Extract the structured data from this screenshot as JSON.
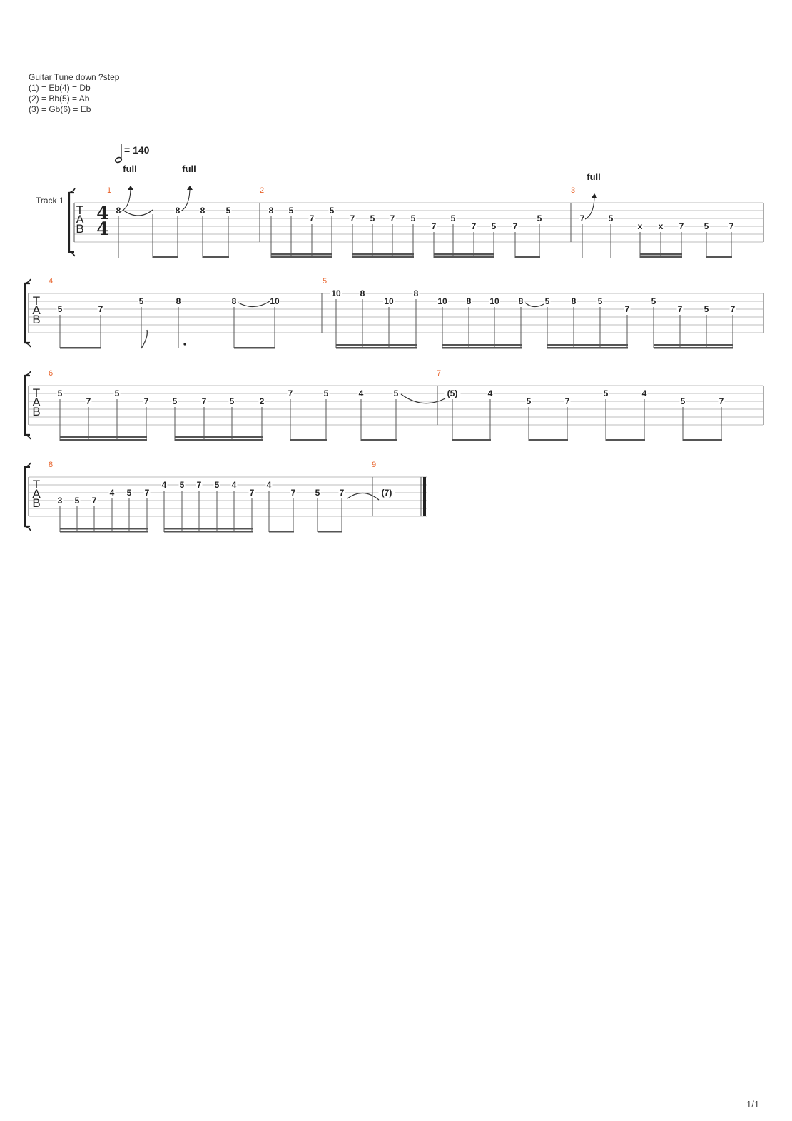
{
  "header": {
    "tuning_lines": [
      "Guitar Tune down ?step",
      "(1) = Eb(4) = Db",
      "(2) = Bb(5) = Ab",
      "(3) = Gb(6) = Eb"
    ],
    "tempo": "= 140",
    "track_name": "Track 1"
  },
  "score": {
    "clef": [
      "T",
      "A",
      "B"
    ],
    "time_signature": [
      "4",
      "4"
    ],
    "bend_label": "full",
    "measures": [
      {
        "num": "1",
        "notes": [
          {
            "t": "8",
            "s": 2,
            "bend": "full"
          },
          {
            "t": "8",
            "s": 2,
            "bend": "full"
          },
          {
            "t": "8",
            "s": 2
          },
          {
            "t": "5",
            "s": 2
          }
        ]
      },
      {
        "num": "2",
        "notes": [
          {
            "t": "8",
            "s": 2
          },
          {
            "t": "5",
            "s": 2
          },
          {
            "t": "7",
            "s": 3
          },
          {
            "t": "5",
            "s": 2
          },
          {
            "t": "7",
            "s": 3
          },
          {
            "t": "5",
            "s": 3
          },
          {
            "t": "7",
            "s": 3
          },
          {
            "t": "5",
            "s": 3
          },
          {
            "t": "7",
            "s": 4
          },
          {
            "t": "5",
            "s": 3
          },
          {
            "t": "7",
            "s": 4
          },
          {
            "t": "5",
            "s": 4
          },
          {
            "t": "7",
            "s": 4
          },
          {
            "t": "5",
            "s": 3
          }
        ]
      },
      {
        "num": "3",
        "notes": [
          {
            "t": "7",
            "s": 3,
            "bend": "full"
          },
          {
            "t": "5",
            "s": 3
          },
          {
            "t": "x",
            "s": 4
          },
          {
            "t": "x",
            "s": 4
          },
          {
            "t": "7",
            "s": 4
          },
          {
            "t": "5",
            "s": 4
          },
          {
            "t": "7",
            "s": 4
          }
        ]
      },
      {
        "num": "4",
        "notes": [
          {
            "t": "5",
            "s": 3
          },
          {
            "t": "7",
            "s": 3
          },
          {
            "t": "5",
            "s": 2
          },
          {
            "t": "8",
            "s": 2
          },
          {
            "t": "8",
            "s": 2
          },
          {
            "t": "10",
            "s": 2
          }
        ]
      },
      {
        "num": "5",
        "notes": [
          {
            "t": "10",
            "s": 1
          },
          {
            "t": "8",
            "s": 1
          },
          {
            "t": "10",
            "s": 2
          },
          {
            "t": "8",
            "s": 1
          },
          {
            "t": "10",
            "s": 2
          },
          {
            "t": "8",
            "s": 2
          },
          {
            "t": "10",
            "s": 2
          },
          {
            "t": "8",
            "s": 2
          },
          {
            "t": "5",
            "s": 2
          },
          {
            "t": "8",
            "s": 2
          },
          {
            "t": "5",
            "s": 2
          },
          {
            "t": "7",
            "s": 3
          },
          {
            "t": "5",
            "s": 2
          },
          {
            "t": "7",
            "s": 3
          },
          {
            "t": "5",
            "s": 3
          },
          {
            "t": "7",
            "s": 3
          }
        ]
      },
      {
        "num": "6",
        "notes": [
          {
            "t": "5",
            "s": 2
          },
          {
            "t": "7",
            "s": 3
          },
          {
            "t": "5",
            "s": 2
          },
          {
            "t": "7",
            "s": 3
          },
          {
            "t": "5",
            "s": 3
          },
          {
            "t": "7",
            "s": 3
          },
          {
            "t": "5",
            "s": 3
          },
          {
            "t": "2",
            "s": 3
          },
          {
            "t": "7",
            "s": 2
          },
          {
            "t": "5",
            "s": 2
          },
          {
            "t": "4",
            "s": 2
          },
          {
            "t": "5",
            "s": 2
          }
        ]
      },
      {
        "num": "7",
        "notes": [
          {
            "t": "(5)",
            "s": 2
          },
          {
            "t": "4",
            "s": 2
          },
          {
            "t": "5",
            "s": 3
          },
          {
            "t": "7",
            "s": 3
          },
          {
            "t": "5",
            "s": 2
          },
          {
            "t": "4",
            "s": 2
          },
          {
            "t": "5",
            "s": 3
          },
          {
            "t": "7",
            "s": 3
          }
        ]
      },
      {
        "num": "8",
        "notes": [
          {
            "t": "3",
            "s": 4
          },
          {
            "t": "5",
            "s": 4
          },
          {
            "t": "7",
            "s": 4
          },
          {
            "t": "4",
            "s": 3
          },
          {
            "t": "5",
            "s": 3
          },
          {
            "t": "7",
            "s": 3
          },
          {
            "t": "4",
            "s": 2
          },
          {
            "t": "5",
            "s": 2
          },
          {
            "t": "7",
            "s": 2
          },
          {
            "t": "5",
            "s": 2
          },
          {
            "t": "4",
            "s": 2
          },
          {
            "t": "7",
            "s": 3
          },
          {
            "t": "4",
            "s": 2
          },
          {
            "t": "7",
            "s": 3
          },
          {
            "t": "5",
            "s": 3
          },
          {
            "t": "7",
            "s": 3
          }
        ]
      },
      {
        "num": "9",
        "notes": [
          {
            "t": "(7)",
            "s": 3
          }
        ]
      }
    ]
  },
  "footer": {
    "page": "1/1"
  }
}
